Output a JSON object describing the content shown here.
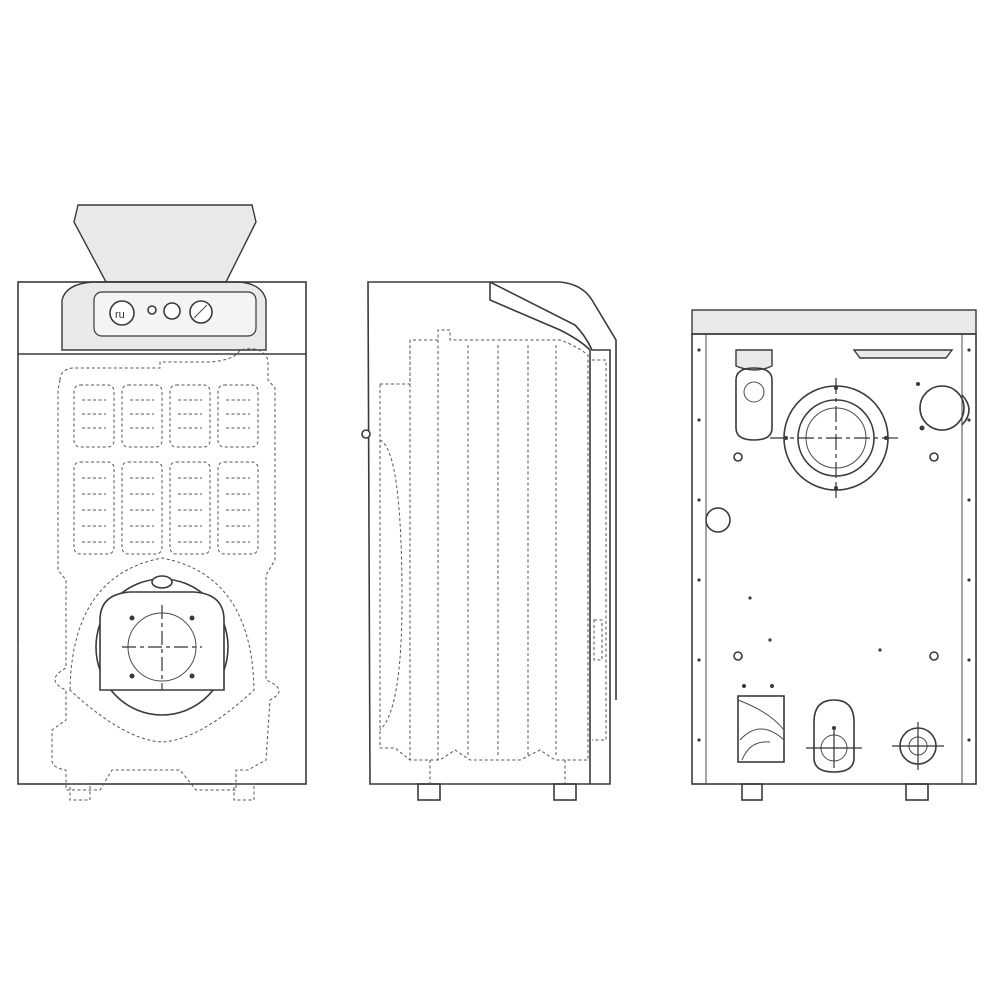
{
  "figure": {
    "views": [
      "front-view",
      "side-view",
      "rear-view"
    ],
    "accent_line_color": "#3a3a3a",
    "panel_fill_color": "#e9e9e9",
    "icons": [
      "burner-port",
      "control-panel",
      "flue-outlet",
      "pipe-connection"
    ]
  }
}
